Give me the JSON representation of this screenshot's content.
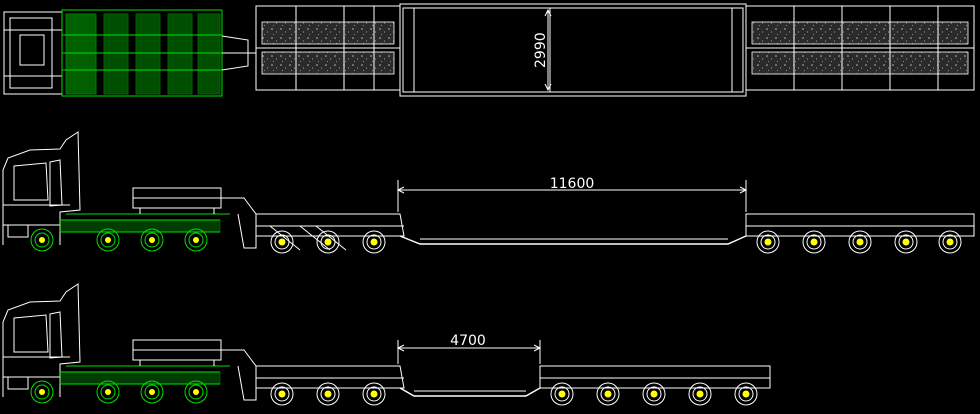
{
  "drawing": {
    "colors": {
      "background": "#000000",
      "linework": "#ffffff",
      "tractor": "#00e000",
      "hub": "#ffff00"
    },
    "dimensions": {
      "width": "2990",
      "length_extended": "11600",
      "length_retracted": "4700"
    }
  }
}
